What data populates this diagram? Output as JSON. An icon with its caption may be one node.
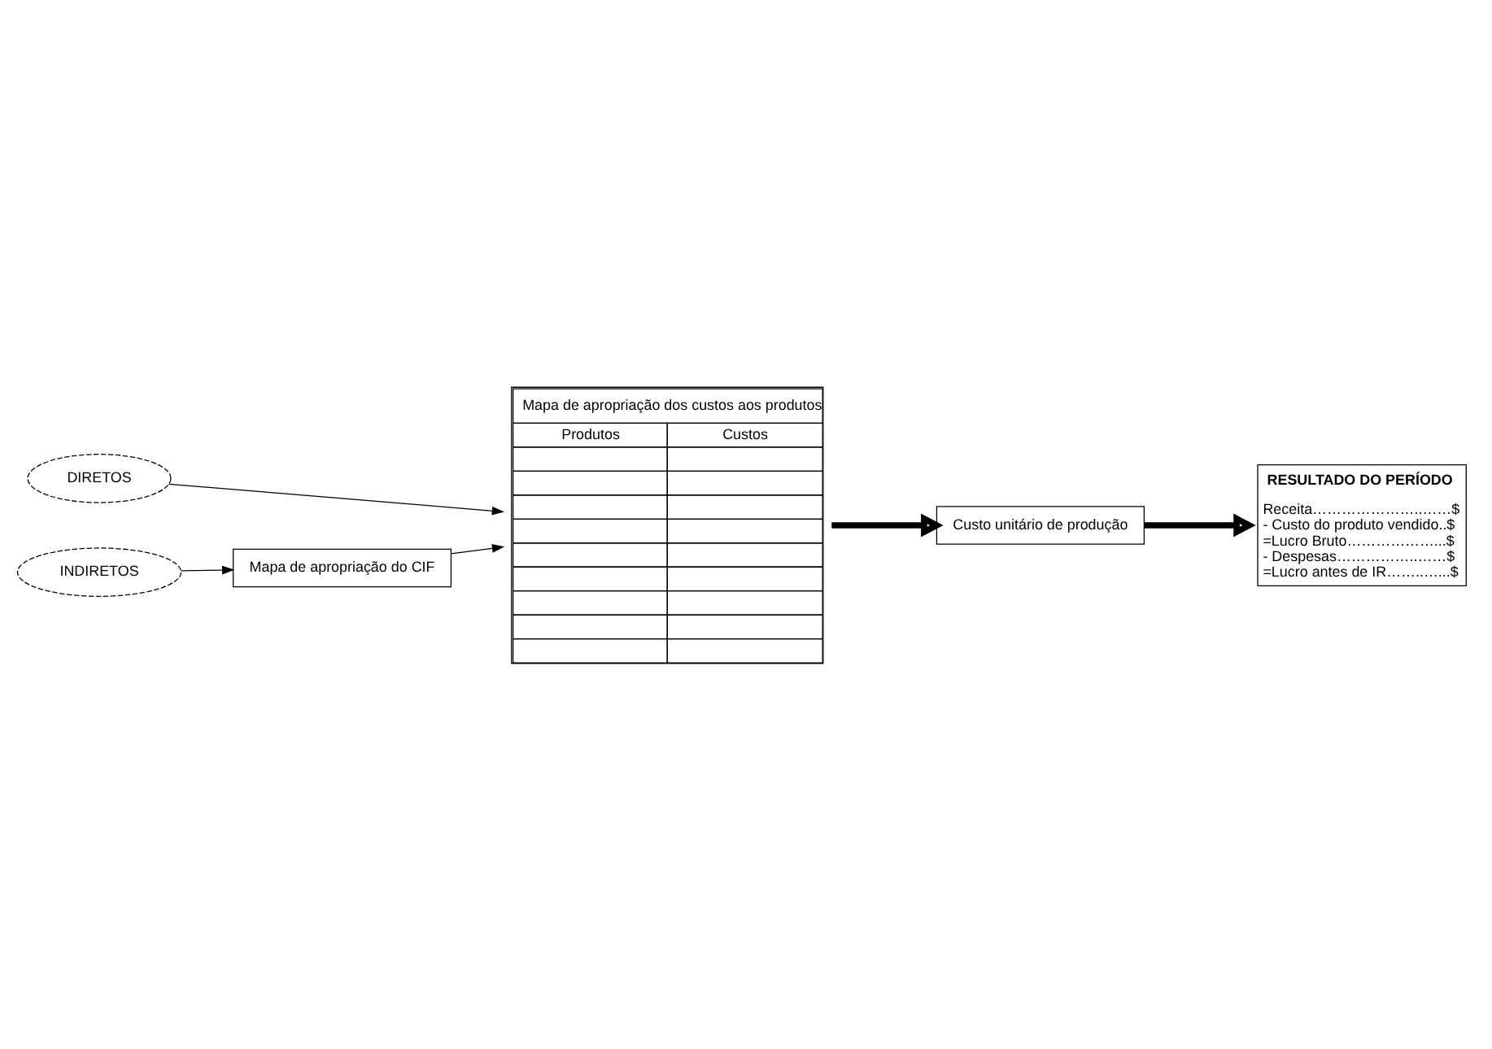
{
  "diagram": {
    "nodes": [
      {
        "text": [
          "DIRETOS"
        ]
      },
      {
        "text": [
          "INDIRETOS"
        ]
      },
      {
        "text": [
          "Mapa de apropriação do CIF"
        ]
      },
      {
        "text": [
          "Mapa de apropriação dos custos aos produtos",
          "Produtos",
          "Custos"
        ]
      },
      {
        "text": [
          "Custo unitário de produção"
        ]
      },
      {
        "text": [
          "RESULTADO DO PERÍODO",
          "Receita…………………..……$",
          "- Custo do produto vendido..$",
          "=Lucro Bruto………………...$",
          "- Despesas……………..……$",
          "=Lucro antes de IR……..…...$"
        ]
      }
    ],
    "edges": [
      {
        "from": 0,
        "to": 3,
        "arrow": "to"
      },
      {
        "from": 1,
        "to": 2,
        "arrow": "to"
      },
      {
        "from": 2,
        "to": 3,
        "arrow": "to"
      },
      {
        "from": 3,
        "to": 4,
        "arrow": "to",
        "style": "thick"
      },
      {
        "from": 4,
        "to": 5,
        "arrow": "to",
        "style": "thick"
      }
    ]
  }
}
